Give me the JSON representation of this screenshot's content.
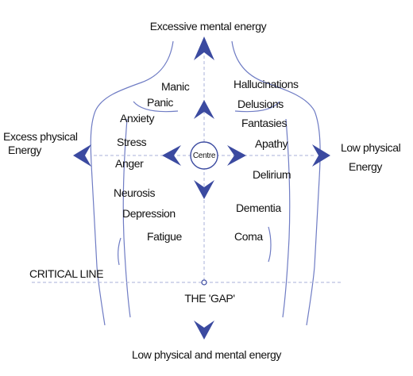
{
  "axis_labels": {
    "top": "Excessive mental energy",
    "bottom": "Low physical and mental energy",
    "left_line1": "Excess physical",
    "left_line2": "Energy",
    "right_line1": "Low physical",
    "right_line2": "Energy"
  },
  "centre_label": "Centre",
  "left_states": [
    "Manic",
    "Panic",
    "Anxiety",
    "Stress",
    "Anger",
    "Neurosis",
    "Depression",
    "Fatigue"
  ],
  "right_states": [
    "Hallucinations",
    "Delusions",
    "Fantasies",
    "Apathy",
    "Delirium",
    "Dementia",
    "Coma"
  ],
  "critical_line_label": "CRITICAL LINE",
  "gap_label": "THE 'GAP'",
  "colors": {
    "arrow": "#3b4aa0",
    "body_outline": "#6f7cc4",
    "dashed_line": "#aab2da",
    "text": "#111111"
  }
}
